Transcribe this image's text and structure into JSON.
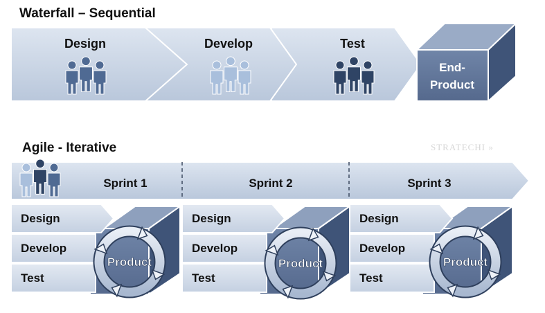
{
  "waterfall": {
    "title": "Waterfall – Sequential",
    "stages": [
      "Design",
      "Develop",
      "Test"
    ],
    "end_product": [
      "End-",
      "Product"
    ]
  },
  "agile": {
    "title": "Agile - Iterative",
    "sprints": [
      {
        "label": "Sprint 1",
        "steps": [
          "Design",
          "Develop",
          "Test"
        ],
        "product": "Product"
      },
      {
        "label": "Sprint 2",
        "steps": [
          "Design",
          "Develop",
          "Test"
        ],
        "product": "Product"
      },
      {
        "label": "Sprint 3",
        "steps": [
          "Design",
          "Develop",
          "Test"
        ],
        "product": "Product"
      }
    ]
  },
  "watermark": "STRATECHI",
  "colors": {
    "band_light": "#cdd7e6",
    "band_mid": "#b7c5da",
    "cube_front": "#62779b",
    "cube_top": "#8ea0bd",
    "cube_side": "#3f5478",
    "people_dark": "#2f4465",
    "people_mid": "#4f6a93",
    "people_light": "#a9bfdc"
  }
}
